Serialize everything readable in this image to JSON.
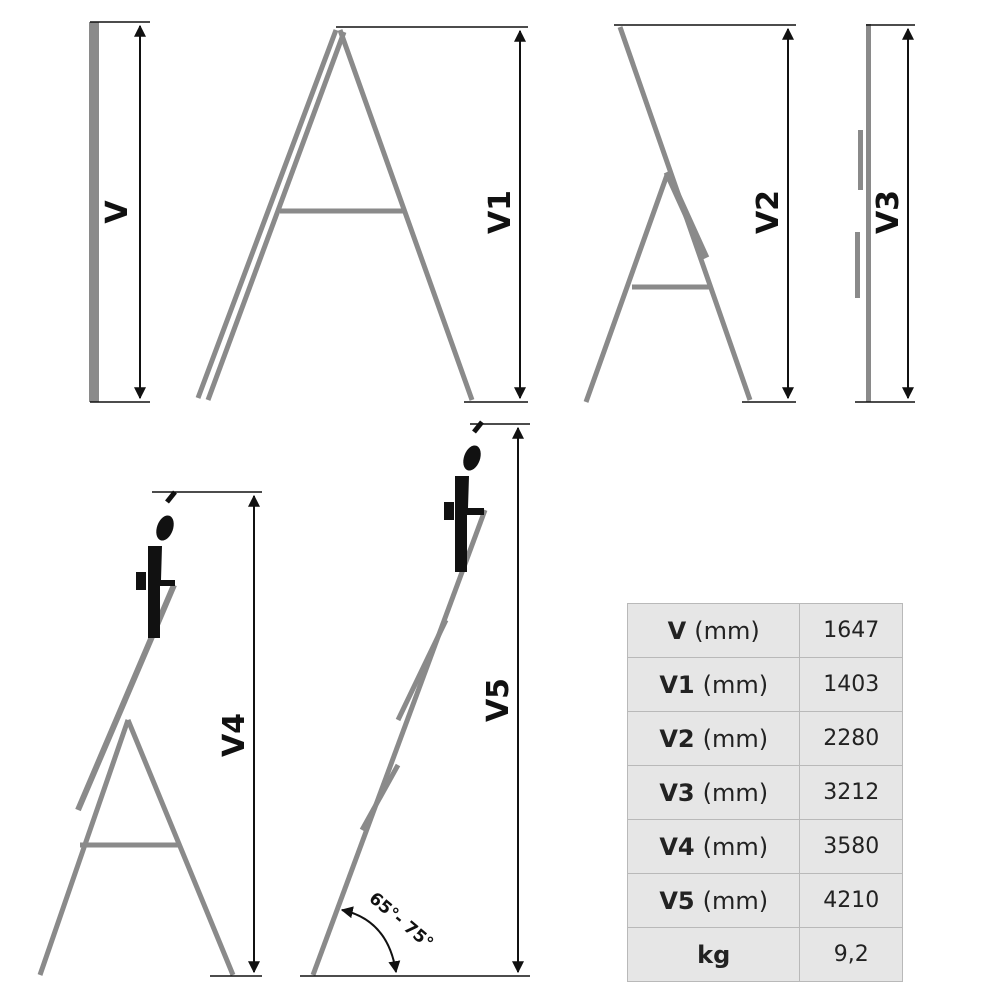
{
  "diagram": {
    "labels": {
      "v": "V",
      "v1": "V1",
      "v2": "V2",
      "v3": "V3",
      "v4": "V4",
      "v5": "V5"
    },
    "angle_label": "65°- 75°",
    "colors": {
      "frame": "#8a8a8a",
      "dimension": "#111111",
      "figure": "#111111",
      "table_bg": "#e6e6e6",
      "table_border": "#b9b9b9"
    }
  },
  "spec_table": {
    "rows": [
      {
        "key": "V",
        "unit": "(mm)",
        "value": "1647"
      },
      {
        "key": "V1",
        "unit": "(mm)",
        "value": "1403"
      },
      {
        "key": "V2",
        "unit": "(mm)",
        "value": "2280"
      },
      {
        "key": "V3",
        "unit": "(mm)",
        "value": "3212"
      },
      {
        "key": "V4",
        "unit": "(mm)",
        "value": "3580"
      },
      {
        "key": "V5",
        "unit": "(mm)",
        "value": "4210"
      },
      {
        "key": "kg",
        "unit": "",
        "value": "9,2"
      }
    ]
  }
}
